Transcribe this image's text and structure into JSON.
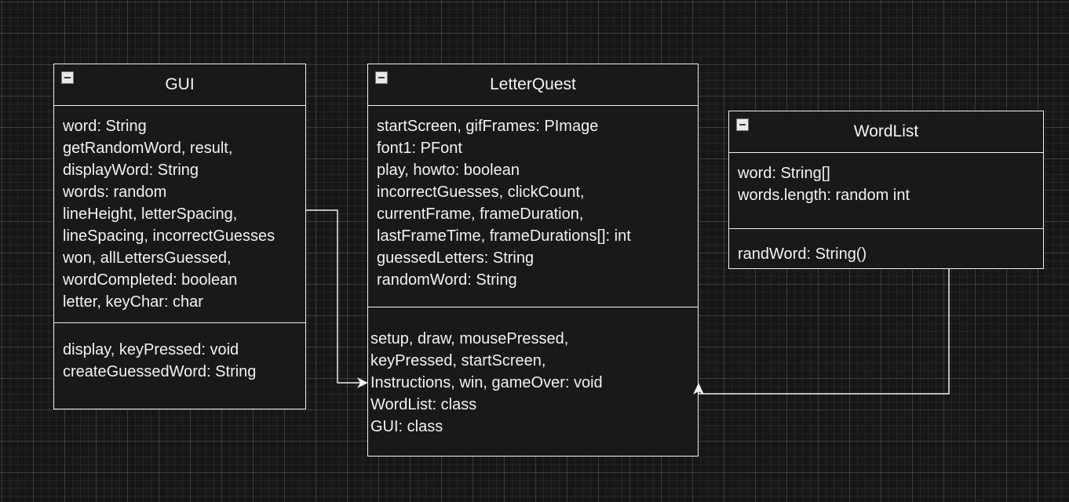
{
  "classes": {
    "gui": {
      "name": "GUI",
      "attributes": [
        "word: String",
        "getRandomWord, result,",
        "displayWord: String",
        "words: random",
        "lineHeight, letterSpacing,",
        "lineSpacing, incorrectGuesses",
        "won, allLettersGuessed,",
        "wordCompleted: boolean",
        "letter, keyChar: char"
      ],
      "methods": [
        "display, keyPressed: void",
        "createGuessedWord: String"
      ]
    },
    "letterquest": {
      "name": "LetterQuest",
      "attributes": [
        "startScreen, gifFrames: PImage",
        "font1: PFont",
        "play, howto: boolean",
        "incorrectGuesses, clickCount,",
        "currentFrame, frameDuration,",
        "lastFrameTime, frameDurations[]: int",
        "guessedLetters: String",
        "randomWord: String"
      ],
      "methods": [
        "setup, draw, mousePressed,",
        "keyPressed, startScreen,",
        "Instructions, win, gameOver: void",
        "WordList: class",
        "GUI: class"
      ]
    },
    "wordlist": {
      "name": "WordList",
      "attributes": [
        "word: String[]",
        "words.length: random int"
      ],
      "methods": [
        "randWord: String()"
      ]
    }
  },
  "colors": {
    "background": "#171717",
    "stroke": "#f0f0f0",
    "text": "#f2f2f2"
  },
  "icons": {
    "collapse": "collapse-minus-icon"
  }
}
